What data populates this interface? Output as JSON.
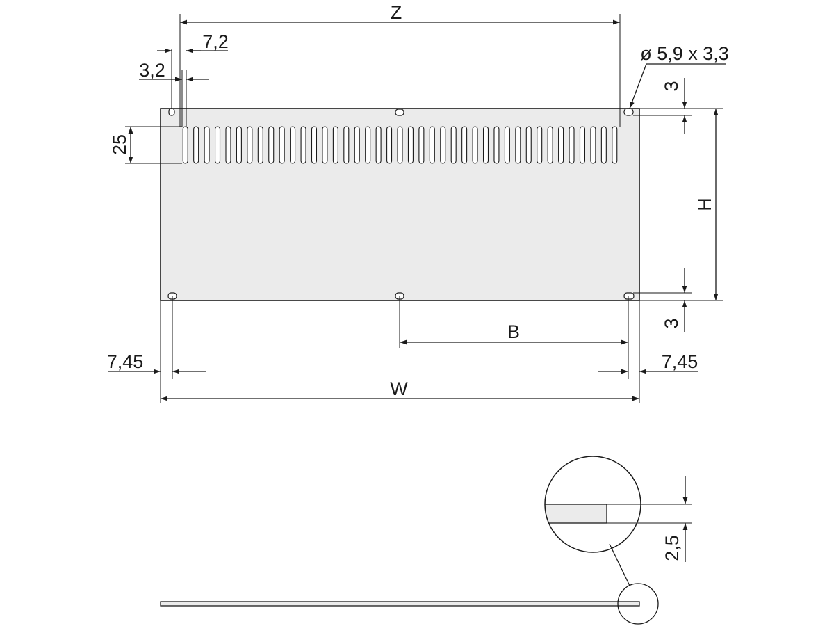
{
  "dimensions": {
    "z": "Z",
    "w": "W",
    "h": "H",
    "b": "B",
    "slot_pitch": "7,2",
    "slot_width": "3,2",
    "slot_height": "25",
    "hole_size": "ø 5,9 x 3,3",
    "hole_offset_top": "3",
    "hole_offset_bottom": "3",
    "edge_left": "7,45",
    "edge_right": "7,45",
    "thickness": "2,5"
  },
  "slot_count": 41
}
